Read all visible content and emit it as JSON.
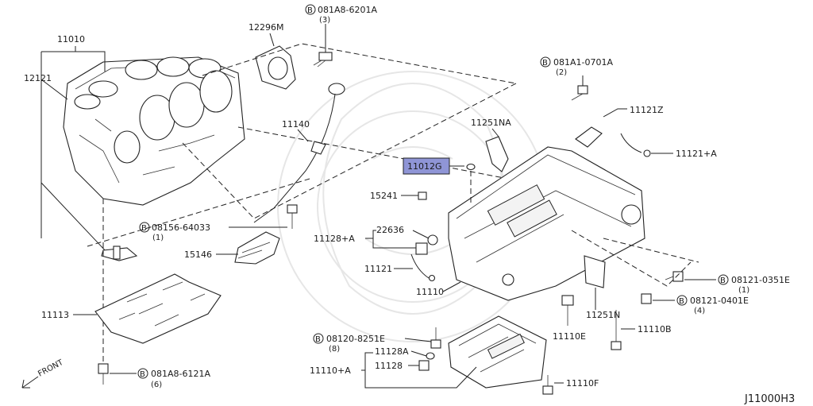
{
  "diagram_code": "J11000H3",
  "front_label": "FRONT",
  "highlight_color": "#8f95d6",
  "labels": {
    "p11010": "11010",
    "p12121": "12121",
    "p12296m": "12296M",
    "b081a8_6201a": "081A8-6201A",
    "b081a8_6201a_qty": "(3)",
    "p11140": "11140",
    "b08156_64033": "08156-64033",
    "b08156_64033_qty": "(1)",
    "p15146": "15146",
    "p11113": "11113",
    "b081a8_6121a": "081A8-6121A",
    "b081a8_6121a_qty": "(6)",
    "b081a1_0701a": "081A1-0701A",
    "b081a1_0701a_qty": "(2)",
    "p11121z": "11121Z",
    "p11251na": "11251NA",
    "p11121a": "11121+A",
    "p11012g": "11012G",
    "p15241": "15241",
    "p22636": "22636",
    "p11128a_group": "11128+A",
    "p11121": "11121",
    "p11110": "11110",
    "b08121_0351e": "08121-0351E",
    "b08121_0351e_qty": "(1)",
    "b08121_0401e": "08121-0401E",
    "b08121_0401e_qty": "(4)",
    "p11251n": "11251N",
    "p11110e": "11110E",
    "p11110b": "11110B",
    "b08120_8251e": "08120-8251E",
    "b08120_8251e_qty": "(8)",
    "p11128a": "11128A",
    "p11128": "11128",
    "p11110a": "11110+A",
    "p11110f": "11110F",
    "bolt_symbol": "B"
  }
}
